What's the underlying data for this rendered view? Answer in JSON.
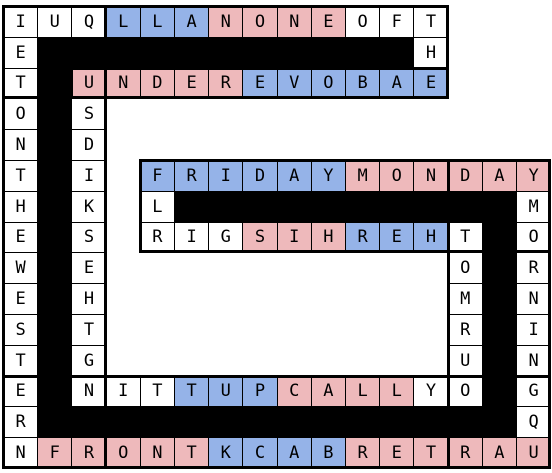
{
  "puzzle": {
    "rows": [
      "IUQLLANONEOFT",
      "E###########H",
      "T#UNDEREVOBAE",
      "O#S..........",
      "N#D..........",
      "T#I.FRIDAYMONDAY",
      "H#K.L#########M",
      "E#S.RIGSIHREHT#O",
      "W#E.........O#R",
      "E#H.........M#N",
      "S#T.........R#I",
      "T#G.........U#N",
      "E#NITTUPCALLYO#G",
      "R###############Q",
      "NFRONTKCABRETRAU"
    ],
    "grid": [
      [
        "I",
        "U",
        "Q",
        "L",
        "L",
        "A",
        "N",
        "O",
        "N",
        "E",
        "O",
        "F",
        "T",
        "",
        "",
        ""
      ],
      [
        "E",
        "#",
        "#",
        "#",
        "#",
        "#",
        "#",
        "#",
        "#",
        "#",
        "#",
        "#",
        "H",
        "",
        "",
        ""
      ],
      [
        "T",
        "#",
        "U",
        "N",
        "D",
        "E",
        "R",
        "E",
        "V",
        "O",
        "B",
        "A",
        "E",
        "",
        "",
        ""
      ],
      [
        "O",
        "#",
        "S",
        "",
        "",
        "",
        "",
        "",
        "",
        "",
        "",
        "",
        "",
        "",
        "",
        ""
      ],
      [
        "N",
        "#",
        "D",
        "",
        "",
        "",
        "",
        "",
        "",
        "",
        "",
        "",
        "",
        "",
        "",
        ""
      ],
      [
        "T",
        "#",
        "I",
        "",
        "F",
        "R",
        "I",
        "D",
        "A",
        "Y",
        "M",
        "O",
        "N",
        "D",
        "A",
        "Y"
      ],
      [
        "H",
        "#",
        "K",
        "",
        "L",
        "#",
        "#",
        "#",
        "#",
        "#",
        "#",
        "#",
        "#",
        "#",
        "#",
        "M"
      ],
      [
        "E",
        "#",
        "S",
        "",
        "R",
        "I",
        "G",
        "S",
        "I",
        "H",
        "R",
        "E",
        "H",
        "T",
        "#",
        "O"
      ],
      [
        "W",
        "#",
        "E",
        "",
        "",
        "",
        "",
        "",
        "",
        "",
        "",
        "",
        "",
        "O",
        "#",
        "R"
      ],
      [
        "E",
        "#",
        "H",
        "",
        "",
        "",
        "",
        "",
        "",
        "",
        "",
        "",
        "",
        "M",
        "#",
        "N"
      ],
      [
        "S",
        "#",
        "T",
        "",
        "",
        "",
        "",
        "",
        "",
        "",
        "",
        "",
        "",
        "R",
        "#",
        "I"
      ],
      [
        "T",
        "#",
        "G",
        "",
        "",
        "",
        "",
        "",
        "",
        "",
        "",
        "",
        "",
        "U",
        "#",
        "N"
      ],
      [
        "E",
        "#",
        "N",
        "I",
        "T",
        "T",
        "U",
        "P",
        "C",
        "A",
        "L",
        "L",
        "Y",
        "O",
        "#",
        "G"
      ],
      [
        "R",
        "#",
        "#",
        "#",
        "#",
        "#",
        "#",
        "#",
        "#",
        "#",
        "#",
        "#",
        "#",
        "#",
        "#",
        "Q"
      ],
      [
        "N",
        "F",
        "R",
        "O",
        "N",
        "T",
        "K",
        "C",
        "A",
        "B",
        "R",
        "E",
        "T",
        "R",
        "A",
        "U"
      ]
    ],
    "highlights": {
      "blue": "#95b3e8",
      "pink": "#eeb9bb"
    },
    "colors": [
      [
        "w",
        "w",
        "w",
        "b",
        "b",
        "b",
        "p",
        "p",
        "p",
        "p",
        "w",
        "w",
        "w",
        "",
        "",
        ""
      ],
      [
        "w",
        "k",
        "k",
        "k",
        "k",
        "k",
        "k",
        "k",
        "k",
        "k",
        "k",
        "k",
        "w",
        "",
        "",
        ""
      ],
      [
        "w",
        "k",
        "p",
        "p",
        "p",
        "p",
        "p",
        "b",
        "b",
        "b",
        "b",
        "b",
        "b",
        "",
        "",
        ""
      ],
      [
        "w",
        "k",
        "w",
        "",
        "",
        "",
        "",
        "",
        "",
        "",
        "",
        "",
        "",
        "",
        "",
        ""
      ],
      [
        "w",
        "k",
        "w",
        "",
        "",
        "",
        "",
        "",
        "",
        "",
        "",
        "",
        "",
        "",
        "",
        ""
      ],
      [
        "w",
        "k",
        "w",
        "",
        "b",
        "b",
        "b",
        "b",
        "b",
        "b",
        "p",
        "p",
        "p",
        "p",
        "p",
        "p"
      ],
      [
        "w",
        "k",
        "w",
        "",
        "w",
        "k",
        "k",
        "k",
        "k",
        "k",
        "k",
        "k",
        "k",
        "k",
        "k",
        "w"
      ],
      [
        "w",
        "k",
        "w",
        "",
        "w",
        "w",
        "w",
        "p",
        "p",
        "p",
        "b",
        "b",
        "b",
        "w",
        "k",
        "w"
      ],
      [
        "w",
        "k",
        "w",
        "",
        "",
        "",
        "",
        "",
        "",
        "",
        "",
        "",
        "",
        "w",
        "k",
        "w"
      ],
      [
        "w",
        "k",
        "w",
        "",
        "",
        "",
        "",
        "",
        "",
        "",
        "",
        "",
        "",
        "w",
        "k",
        "w"
      ],
      [
        "w",
        "k",
        "w",
        "",
        "",
        "",
        "",
        "",
        "",
        "",
        "",
        "",
        "",
        "w",
        "k",
        "w"
      ],
      [
        "w",
        "k",
        "w",
        "",
        "",
        "",
        "",
        "",
        "",
        "",
        "",
        "",
        "",
        "w",
        "k",
        "w"
      ],
      [
        "w",
        "k",
        "w",
        "w",
        "w",
        "b",
        "b",
        "b",
        "p",
        "p",
        "p",
        "p",
        "w",
        "w",
        "k",
        "w"
      ],
      [
        "w",
        "k",
        "k",
        "k",
        "k",
        "k",
        "k",
        "k",
        "k",
        "k",
        "k",
        "k",
        "k",
        "k",
        "k",
        "w"
      ],
      [
        "w",
        "p",
        "p",
        "p",
        "p",
        "p",
        "b",
        "b",
        "b",
        "b",
        "p",
        "p",
        "p",
        "p",
        "p",
        "p"
      ]
    ]
  }
}
